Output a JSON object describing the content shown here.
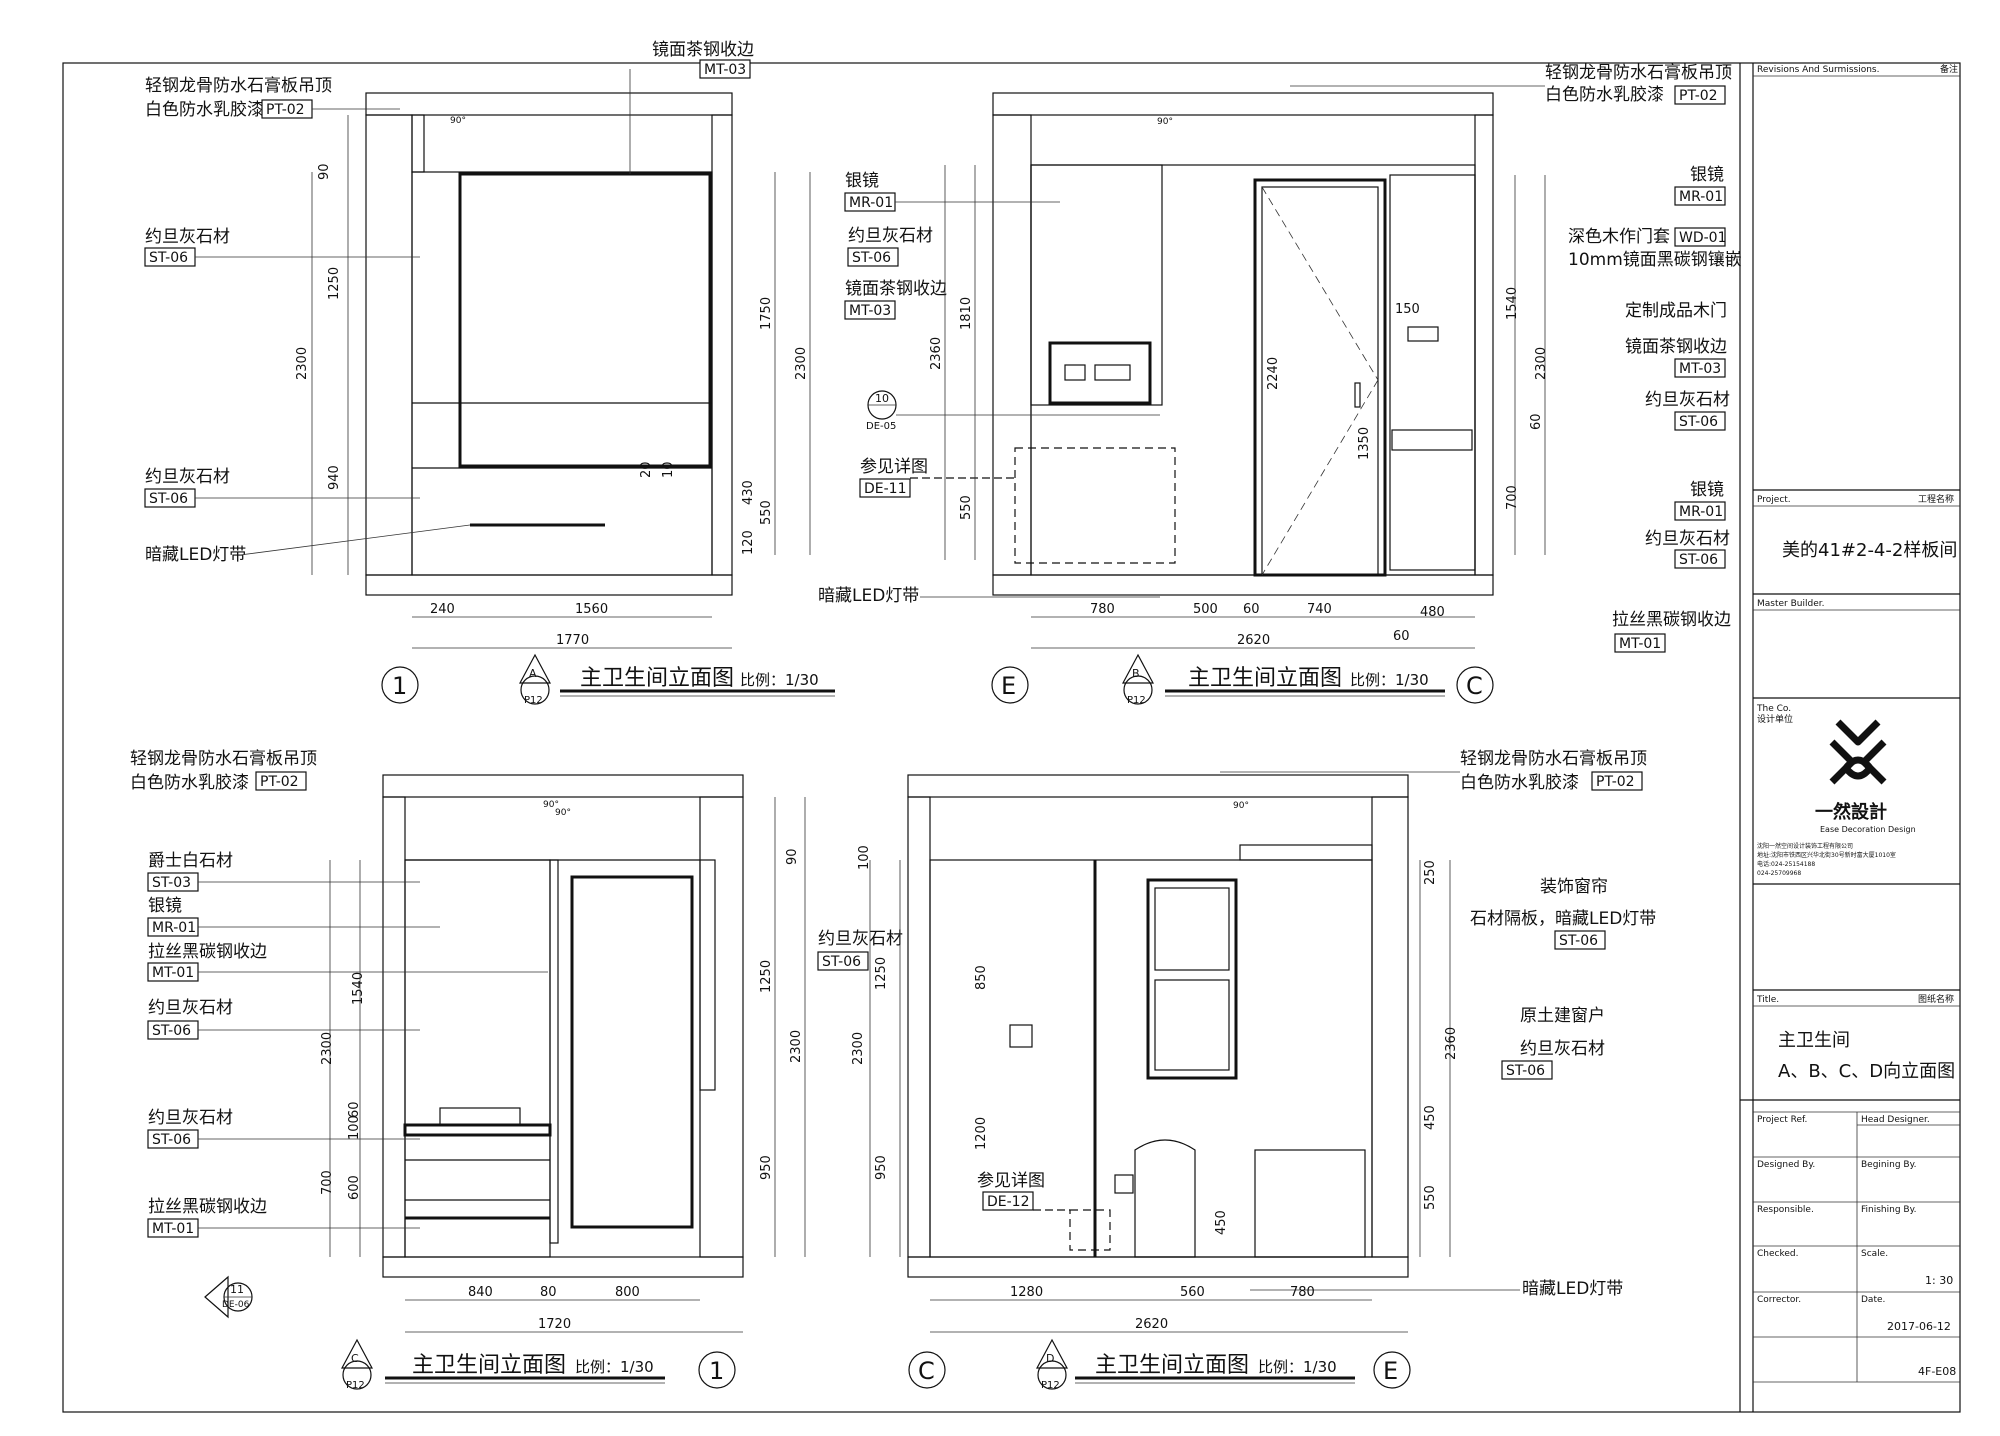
{
  "views": {
    "A": {
      "labels": {
        "ceiling1": "轻钢龙骨防水石膏板吊顶",
        "ceiling2": "白色防水乳胶漆",
        "ceiling_code": "PT-02",
        "mirror_trim": "镜面茶钢收边",
        "mirror_trim_code": "MT-03",
        "stone1": "约旦灰石材",
        "stone1_code": "ST-06",
        "stone2": "约旦灰石材",
        "stone2_code": "ST-06",
        "led": "暗藏LED灯带",
        "angle": "90°"
      },
      "dims_left": [
        "90",
        "1250",
        "2300",
        "940"
      ],
      "dims_right": [
        "1750",
        "2300",
        "430",
        "550",
        "120"
      ],
      "dims_bottom": [
        "240",
        "1560",
        "1770"
      ],
      "inner_dims": [
        "20",
        "10"
      ],
      "axis_left": "1",
      "title": "主卫生间立面图",
      "scale": "比例：1/30",
      "marker_letter": "A",
      "marker_sheet": "P12"
    },
    "B": {
      "labels": {
        "ceiling1": "轻钢龙骨防水石膏板吊顶",
        "ceiling2": "白色防水乳胶漆",
        "ceiling_code": "PT-02",
        "mirror_l": "银镜",
        "mirror_l_code": "MR-01",
        "stone_l": "约旦灰石材",
        "stone_l_code": "ST-06",
        "trim_l": "镜面茶钢收边",
        "trim_l_code": "MT-03",
        "detail": "参见详图",
        "detail_code": "DE-11",
        "sec_num": "10",
        "sec_sheet": "DE-05",
        "led": "暗藏LED灯带",
        "mirror_r": "银镜",
        "mirror_r_code": "MR-01",
        "door_frame": "深色木作门套",
        "door_frame_code": "WD-01",
        "inlay": "10mm镜面黑碳钢镶嵌",
        "door": "定制成品木门",
        "trim_r": "镜面茶钢收边",
        "trim_r_code": "MT-03",
        "stone_r": "约旦灰石材",
        "stone_r_code": "ST-06",
        "mirror_r2": "银镜",
        "mirror_r2_code": "MR-01",
        "stone_r2": "约旦灰石材",
        "stone_r2_code": "ST-06",
        "steel_trim": "拉丝黑碳钢收边",
        "steel_trim_code": "MT-01",
        "angle": "90°"
      },
      "dims_left": [
        "1810",
        "2360",
        "550"
      ],
      "dims_right": [
        "1540",
        "2300",
        "60",
        "700"
      ],
      "dims_bottom": [
        "780",
        "500",
        "60",
        "740",
        "2620",
        "60",
        "480"
      ],
      "inner_dims": [
        "2240",
        "1350",
        "150"
      ],
      "axis_left": "E",
      "axis_right": "C",
      "title": "主卫生间立面图",
      "scale": "比例：1/30",
      "marker_letter": "B",
      "marker_sheet": "P12"
    },
    "C": {
      "labels": {
        "ceiling1": "轻钢龙骨防水石膏板吊顶",
        "ceiling2": "白色防水乳胶漆",
        "ceiling_code": "PT-02",
        "white_stone": "爵士白石材",
        "white_stone_code": "ST-03",
        "mirror": "银镜",
        "mirror_code": "MR-01",
        "steel_trim": "拉丝黑碳钢收边",
        "steel_trim_code": "MT-01",
        "stone1": "约旦灰石材",
        "stone1_code": "ST-06",
        "stone2": "约旦灰石材",
        "stone2_code": "ST-06",
        "steel_trim2": "拉丝黑碳钢收边",
        "steel_trim2_code": "MT-01",
        "sec_num": "11",
        "sec_sheet": "DE-06",
        "angle1": "90°",
        "angle2": "90°"
      },
      "dims_left": [
        "1540",
        "2300",
        "60",
        "100",
        "700",
        "600"
      ],
      "dims_right": [
        "90",
        "1250",
        "2300",
        "950"
      ],
      "dims_bottom": [
        "840",
        "80",
        "800",
        "1720"
      ],
      "axis_right": "1",
      "title": "主卫生间立面图",
      "scale": "比例：1/30",
      "marker_letter": "C",
      "marker_sheet": "P12"
    },
    "D": {
      "labels": {
        "ceiling1": "轻钢龙骨防水石膏板吊顶",
        "ceiling2": "白色防水乳胶漆",
        "ceiling_code": "PT-02",
        "stone_l": "约旦灰石材",
        "stone_l_code": "ST-06",
        "detail": "参见详图",
        "detail_code": "DE-12",
        "curtain": "装饰窗帘",
        "shelf": "石材隔板，暗藏LED灯带",
        "shelf_code": "ST-06",
        "window": "原土建窗户",
        "stone_r": "约旦灰石材",
        "stone_r_code": "ST-06",
        "led": "暗藏LED灯带",
        "angle": "90°"
      },
      "dims_left": [
        "100",
        "1250",
        "2300",
        "950"
      ],
      "dims_inner": [
        "850",
        "1200",
        "450"
      ],
      "dims_right": [
        "250",
        "2360",
        "450",
        "550"
      ],
      "dims_bottom": [
        "1280",
        "560",
        "780",
        "2620"
      ],
      "axis_left": "C",
      "axis_right": "E",
      "title": "主卫生间立面图",
      "scale": "比例：1/30",
      "marker_letter": "D",
      "marker_sheet": "P12"
    }
  },
  "title_block": {
    "revisions": "Revisions  And  Surmissions.",
    "revisions_cn": "备注",
    "project": "Project.",
    "project_cn": "工程名称",
    "project_name": "美的41#2-4-2样板间",
    "builder": "Master  Builder.",
    "company": "The  Co.",
    "company_cn": "设计单位",
    "logo_cn": "一然設計",
    "logo_en": "Ease Decoration Design",
    "address1": "沈阳一然空间设计装饰工程有限公司",
    "address2": "地址:沈阳市铁西区兴华北街30号新时富大厦1010室",
    "phone1": "电话:024-25154188",
    "phone2": "024-25709968",
    "title": "Title.",
    "title_cn": "图纸名称",
    "drawing_name1": "主卫生间",
    "drawing_name2": "A、B、C、D向立面图",
    "project_ref": "Project  Ref.",
    "head_designer": "Head  Designer.",
    "designed_by": "Designed  By.",
    "begining_by": "Begining  By.",
    "responsible": "Responsible.",
    "finishing_by": "Finishing  By.",
    "checked": "Checked.",
    "scale_label": "Scale.",
    "scale_value": "1:  30",
    "corrector": "Corrector.",
    "date_label": "Date.",
    "date_value": "2017-06-12",
    "sheet_no": "4F-E08"
  },
  "colors": {
    "line": "#111111",
    "paper": "#ffffff"
  }
}
